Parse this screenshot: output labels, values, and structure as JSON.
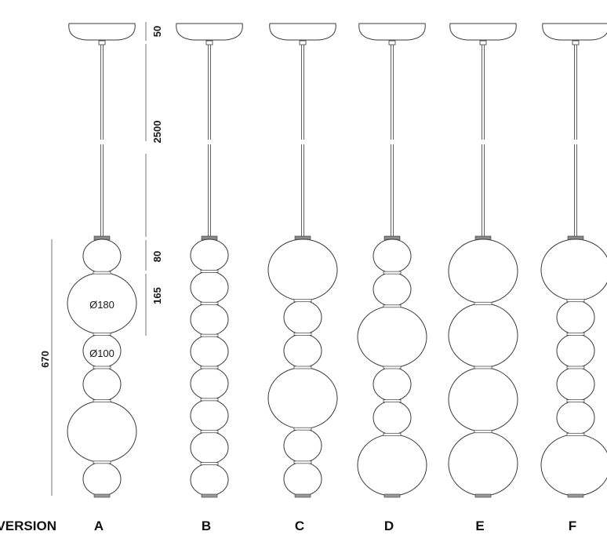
{
  "dimensions": {
    "canopy_height": "50",
    "cable_length": "2500",
    "top_bead": "80",
    "second_bead": "165",
    "total_height": "670"
  },
  "bead_labels": {
    "large": "Ø180",
    "small": "Ø100"
  },
  "version_heading": "VERSION",
  "versions": [
    {
      "name": "A",
      "beads": [
        "S",
        "L",
        "S",
        "S",
        "L",
        "S"
      ]
    },
    {
      "name": "B",
      "beads": [
        "S",
        "S",
        "S",
        "S",
        "S",
        "S",
        "S",
        "S"
      ]
    },
    {
      "name": "C",
      "beads": [
        "L",
        "S",
        "S",
        "L",
        "S",
        "S"
      ]
    },
    {
      "name": "D",
      "beads": [
        "S",
        "S",
        "L",
        "S",
        "S",
        "L"
      ]
    },
    {
      "name": "E",
      "beads": [
        "L",
        "L",
        "L",
        "L"
      ]
    },
    {
      "name": "F",
      "beads": [
        "L",
        "S",
        "S",
        "S",
        "S",
        "L"
      ]
    }
  ],
  "colors": {
    "line": "#3a3a3a",
    "text": "#111111"
  }
}
